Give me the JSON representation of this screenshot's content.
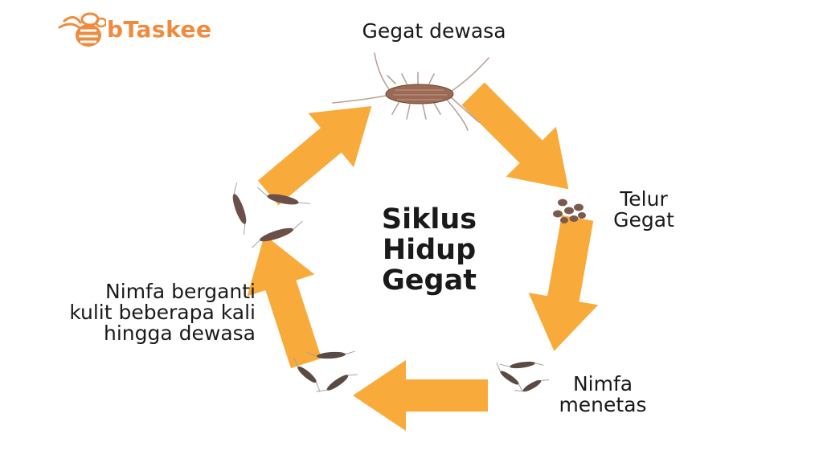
{
  "brand": {
    "name": "bTaskee",
    "color": "#f08a3c",
    "icon": "bee-logo-icon"
  },
  "title": {
    "lines": [
      "Siklus",
      "Hidup",
      "Gegat"
    ]
  },
  "stages": [
    {
      "lines": [
        "Gegat dewasa"
      ],
      "icon": "adult-silverfish-icon"
    },
    {
      "lines": [
        "Telur",
        "Gegat"
      ],
      "icon": "eggs-icon"
    },
    {
      "lines": [
        "Nimfa",
        "menetas"
      ],
      "icon": "nymphs-icon"
    },
    {
      "lines": [
        "Nimfa berganti",
        "kulit beberapa kali",
        "hingga dewasa"
      ],
      "icon": "molting-nymphs-icon"
    }
  ],
  "colors": {
    "arrow": "#f8ab3a",
    "insect": "#8a5a48",
    "egg": "#7a5a4e",
    "text": "#1a1a1a"
  }
}
